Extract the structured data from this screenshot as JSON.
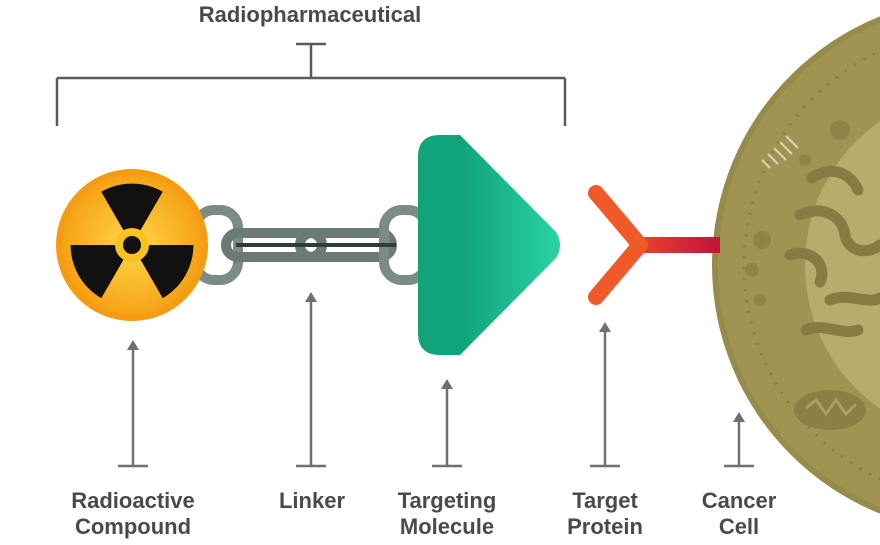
{
  "title": "Radiopharmaceutical",
  "labels": {
    "radioactive_compound": [
      "Radioactive",
      "Compound"
    ],
    "linker": "Linker",
    "targeting_molecule": [
      "Targeting",
      "Molecule"
    ],
    "target_protein": [
      "Target",
      "Protein"
    ],
    "cancer_cell": [
      "Cancer",
      "Cell"
    ]
  },
  "colors": {
    "text": "#4a4a4a",
    "line": "#5a5a5a",
    "radioactive_yellow": "#f7bf17",
    "radioactive_orange": "#f39c12",
    "targeting_green": "#1fbf8f",
    "targeting_green_dark": "#0f9c78",
    "protein_orange": "#f05a28",
    "protein_red": "#d61f3c",
    "cell_outer": "#a59a58",
    "cell_inner": "#bdb274",
    "cell_organelle": "#8a8148"
  },
  "icons": [
    "radiation-icon",
    "chain-icon",
    "targeting-molecule-icon",
    "antibody-icon",
    "cancer-cell-icon"
  ]
}
